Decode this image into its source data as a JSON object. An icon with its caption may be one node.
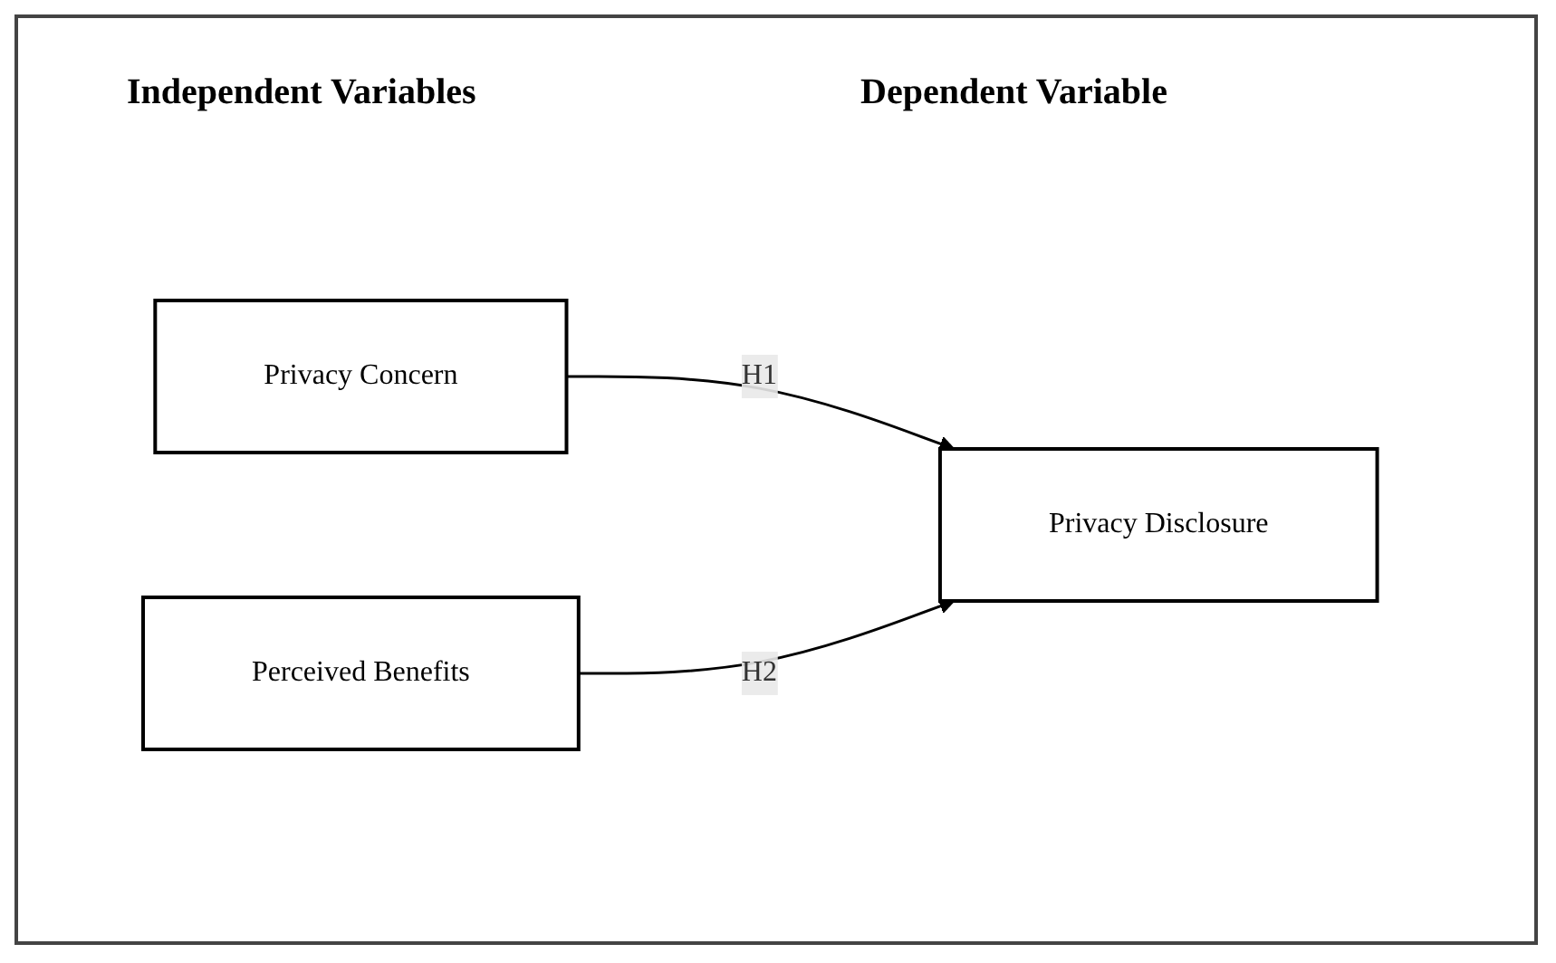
{
  "diagram": {
    "nodes": [
      {
        "text": [
          "Privacy Concern"
        ]
      },
      {
        "text": [
          "Perceived Benefits"
        ]
      },
      {
        "text": [
          "Privacy Disclosure"
        ]
      }
    ],
    "edges": [
      {
        "from": 0,
        "to": 2,
        "arrow": "to",
        "label": "H1"
      },
      {
        "from": 1,
        "to": 2,
        "arrow": "to",
        "label": "H2"
      }
    ],
    "labels": [
      "Independent Variables",
      "Dependent Variable"
    ]
  }
}
